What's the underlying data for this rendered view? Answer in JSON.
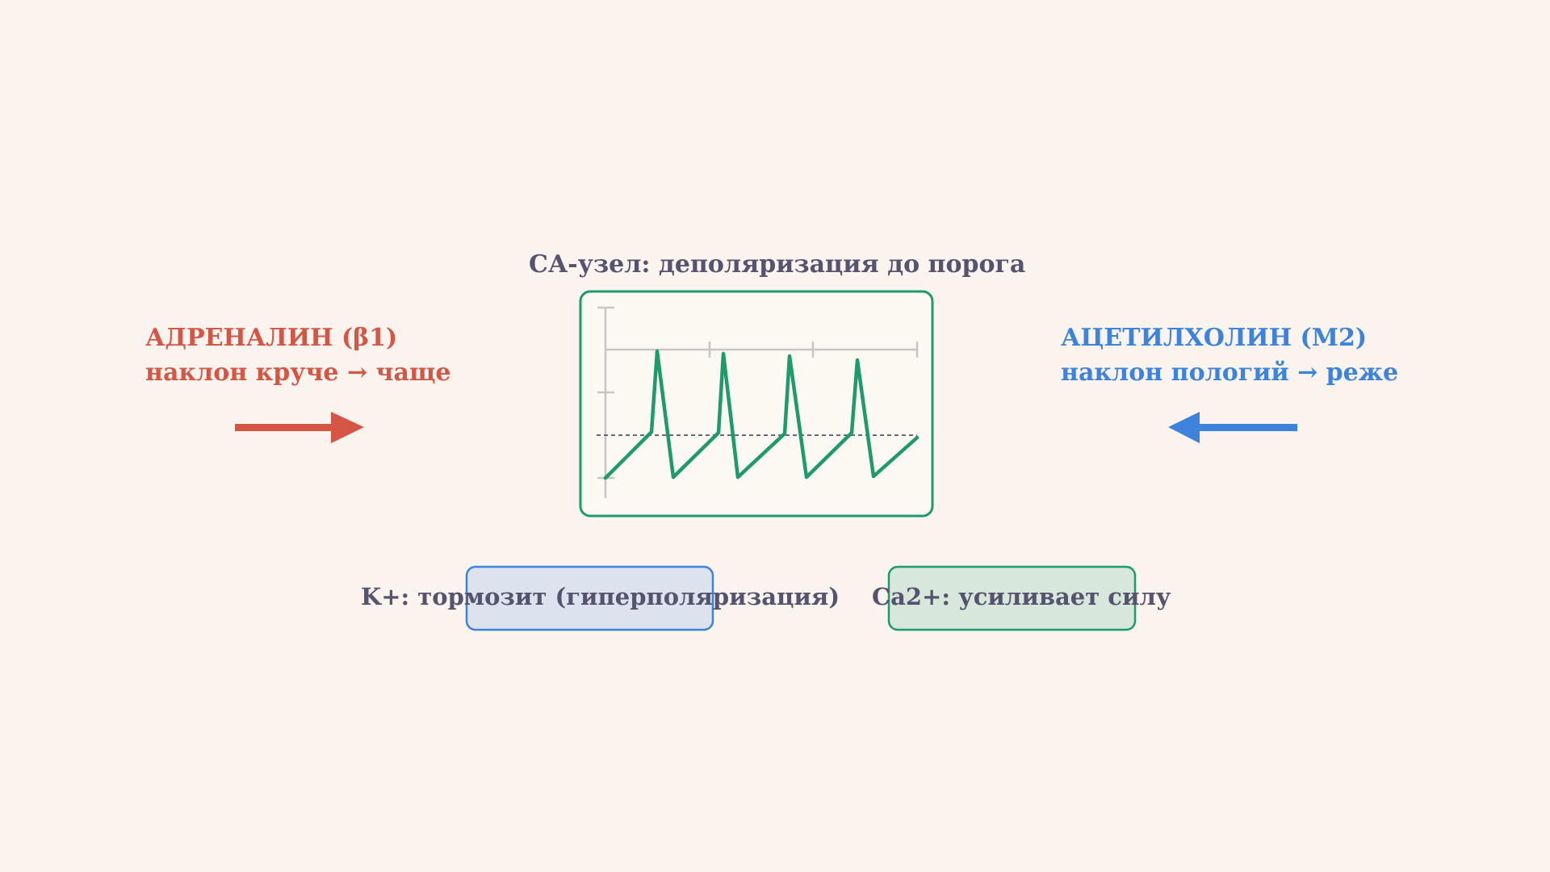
{
  "title": "СА-узел: деполяризация до порога",
  "left": {
    "line1": "АДРЕНАЛИН (β1)",
    "line2": "наклон круче → чаще",
    "color": "#d65645"
  },
  "right": {
    "line1": "АЦЕТИЛХОЛИН (М2)",
    "line2": "наклон пологий → реже",
    "color": "#3d82dd"
  },
  "boxes": {
    "k_label": "K+: тормозит (гиперполяризация)",
    "ca_label": "Ca2+: усиливает силу"
  },
  "colors": {
    "trace": "#1f9a6b",
    "k_box_fill": "#dde2ef",
    "k_box_stroke": "#3d82dd",
    "ca_box_fill": "#d7e7db",
    "ca_box_stroke": "#1f9a6b",
    "background": "#faf3ee"
  }
}
